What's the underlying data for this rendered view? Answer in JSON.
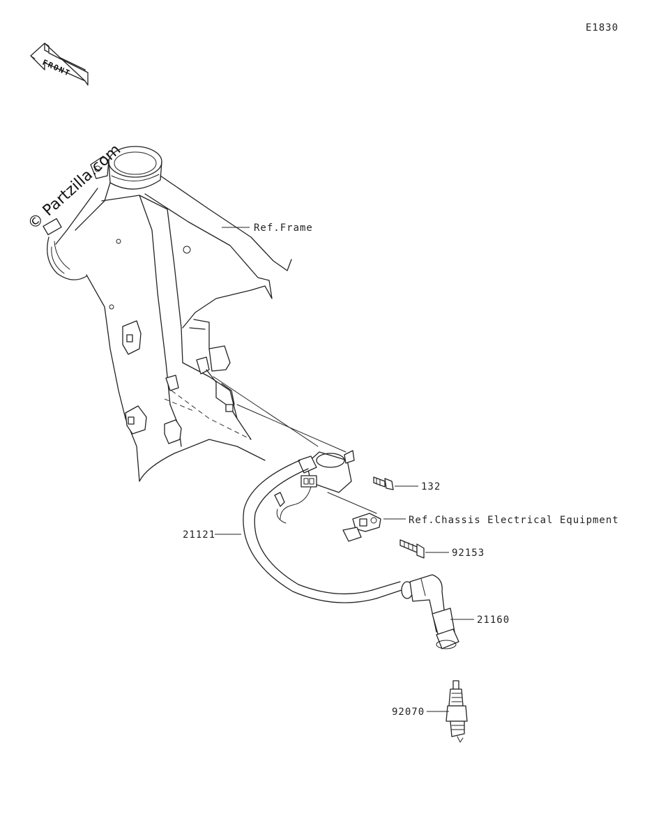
{
  "diagram_code": "E1830",
  "front_badge": "FRONT",
  "watermark": "© Partzilla.com",
  "callouts": {
    "ref_frame": "Ref.Frame",
    "part_132": "132",
    "ref_chassis": "Ref.Chassis Electrical Equipment",
    "part_21121": "21121",
    "part_92153": "92153",
    "part_21160": "21160",
    "part_92070": "92070"
  }
}
